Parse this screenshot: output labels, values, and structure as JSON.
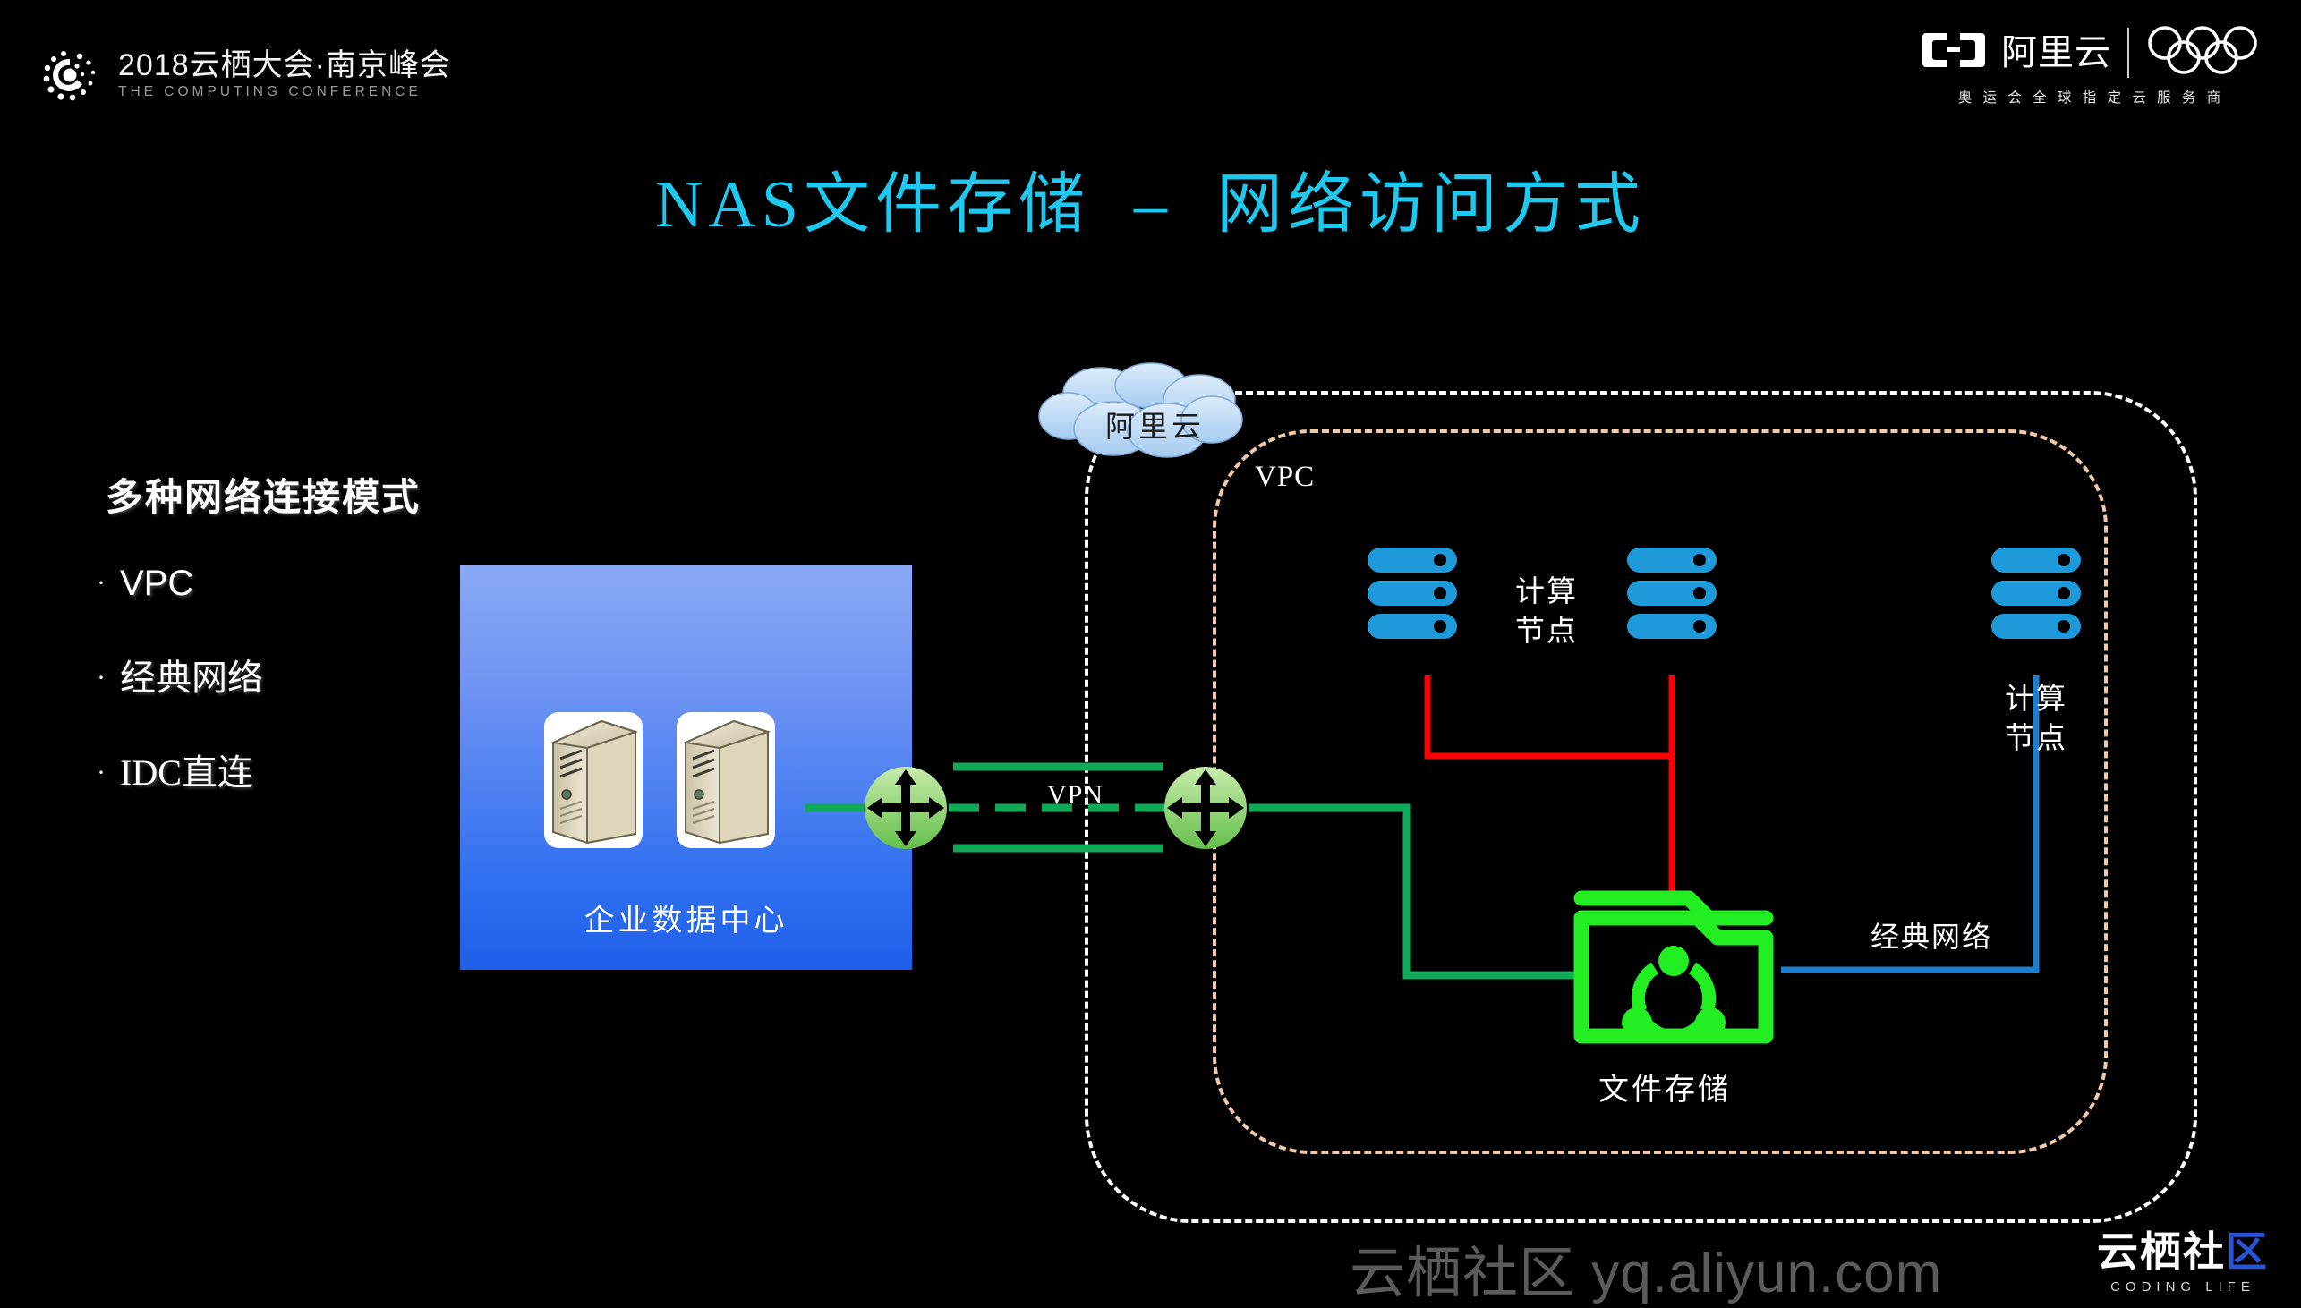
{
  "header": {
    "conference_cn": "2018云栖大会·南京峰会",
    "conference_en": "THE COMPUTING CONFERENCE",
    "brand_cn": "阿里云",
    "brand_tagline": "奥 运 会 全 球 指 定 云 服 务 商"
  },
  "title": "NAS文件存储  –  网络访问方式",
  "left_panel": {
    "heading": "多种网络连接模式",
    "bullets": [
      {
        "marker": "·",
        "label": "VPC"
      },
      {
        "marker": "·",
        "label": "经典网络"
      },
      {
        "marker": "·",
        "label": "IDC直连"
      }
    ]
  },
  "diagram": {
    "datacenter": {
      "label": "企业数据中心"
    },
    "cloud": {
      "label": "阿里云"
    },
    "vpc": {
      "label": "VPC"
    },
    "vpn": {
      "label": "VPN"
    },
    "compute_nodes": {
      "vpc_label": "计算\n节点",
      "vpc_label_line1": "计算",
      "vpc_label_line2": "节点",
      "classic_label_line1": "计算",
      "classic_label_line2": "节点"
    },
    "file_storage": {
      "label": "文件存储"
    },
    "classic_network": {
      "label": "经典网络"
    }
  },
  "watermark": {
    "text": "云栖社区 yq.aliyun.com",
    "logo_cn_a": "云栖社",
    "logo_cn_b": "区",
    "logo_en": "CODING LIFE"
  },
  "colors": {
    "title": "#1EC8EE",
    "server_blue": "#1E9ADA",
    "folder_green": "#22EE22",
    "link_green": "#0FA958",
    "link_red": "#FF0000",
    "link_blue": "#1E7FD0",
    "vpc_border": "#F2C9A8",
    "cloud_border": "#FFFFFF",
    "dc_box": "#2F6FF0"
  }
}
